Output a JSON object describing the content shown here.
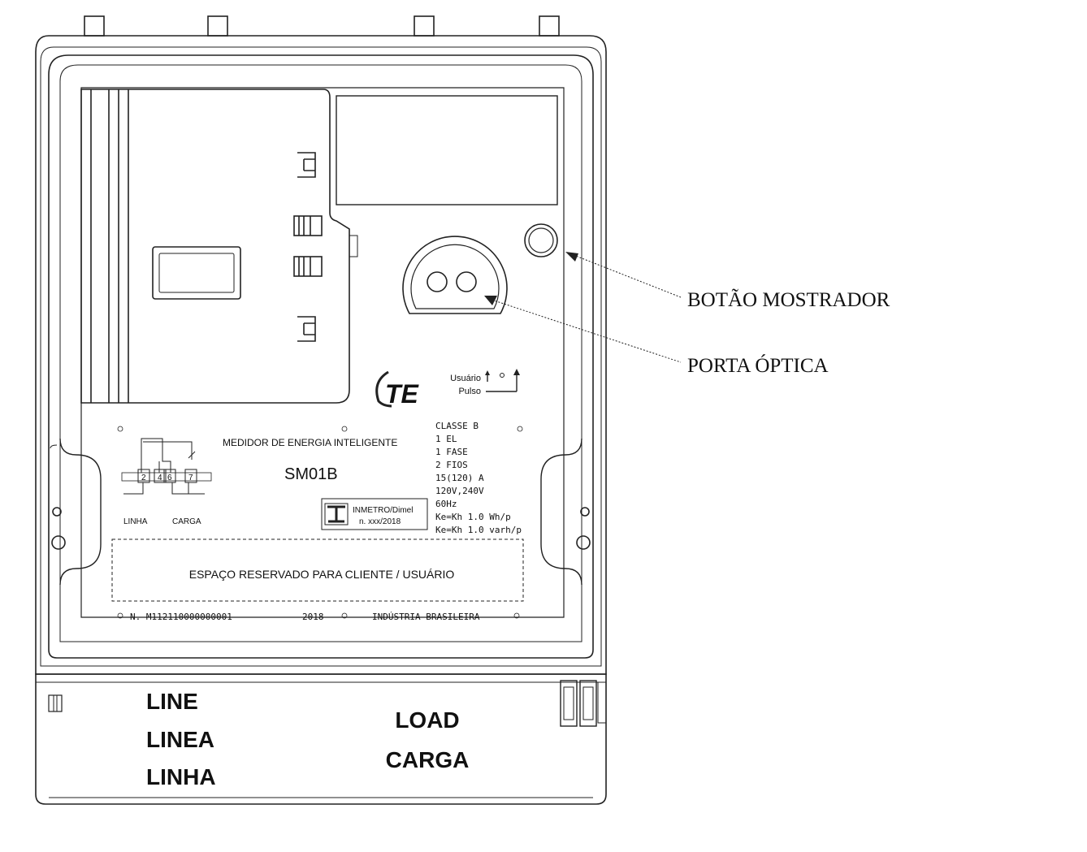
{
  "callouts": {
    "display_button": "BOTÃO MOSTRADOR",
    "optical_port": "PORTA ÓPTICA"
  },
  "logo": {
    "text": "TE"
  },
  "pulse_indicator": {
    "user_label": "Usuário",
    "pulse_label": "Pulso"
  },
  "product": {
    "title": "MEDIDOR DE ENERGIA INTELIGENTE",
    "model": "SM01B"
  },
  "specs": [
    "CLASSE B",
    "1 EL",
    "1 FASE",
    "2 FIOS",
    "15(120) A",
    "120V,240V",
    "60Hz",
    "Ke=Kh 1.0 Wh/p",
    "Ke=Kh 1.0 varh/p"
  ],
  "inmetro": {
    "line1": "INMETRO/Dimel",
    "line2": "n. xxx/2018"
  },
  "wiring": {
    "terminals": [
      "2",
      "4",
      "6",
      "7"
    ],
    "line_label": "LINHA",
    "load_label": "CARGA"
  },
  "reserved_space": "ESPAÇO RESERVADO PARA CLIENTE / USUÁRIO",
  "footer": {
    "serial": "N. M112110000000001",
    "year": "2018",
    "origin": "INDÚSTRIA BRASILEIRA"
  },
  "terminal_cover": {
    "line_labels": [
      "LINE",
      "LINEA",
      "LINHA"
    ],
    "load_labels": [
      "LOAD",
      "CARGA"
    ]
  },
  "colors": {
    "stroke": "#222222",
    "text": "#111111",
    "background": "#ffffff"
  }
}
